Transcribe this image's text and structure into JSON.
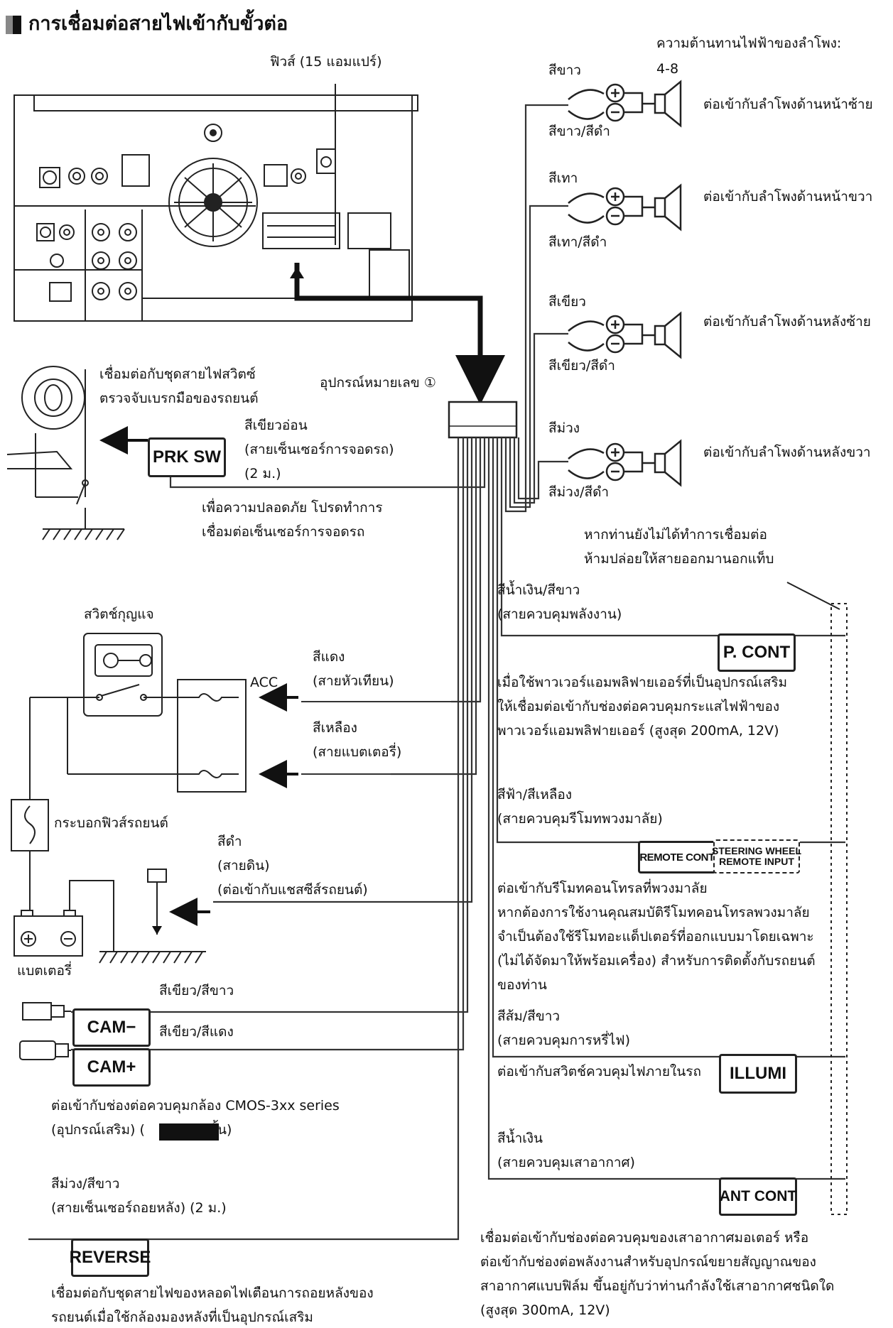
{
  "title": "การเชื่อมต่อสายไฟเข้ากับขั้วต่อ",
  "fuse_label": "ฟิวส์ (15 แอมแปร์)",
  "impedance": {
    "line1": "ความต้านทานไฟฟ้าของลำโพง:",
    "line2": "4-8"
  },
  "speakers": [
    {
      "pos_color": "สีขาว",
      "neg_color": "สีขาว/สีดำ",
      "target": "ต่อเข้ากับลำโพงด้านหน้าซ้าย"
    },
    {
      "pos_color": "สีเทา",
      "neg_color": "สีเทา/สีดำ",
      "target": "ต่อเข้ากับลำโพงด้านหน้าขวา"
    },
    {
      "pos_color": "สีเขียว",
      "neg_color": "สีเขียว/สีดำ",
      "target": "ต่อเข้ากับลำโพงด้านหลังซ้าย"
    },
    {
      "pos_color": "สีม่วง",
      "neg_color": "สีม่วง/สีดำ",
      "target": "ต่อเข้ากับลำโพงด้านหลังขวา"
    }
  ],
  "accessory": "อุปกรณ์หมายเลข ①",
  "parking": {
    "connect_note": [
      "เชื่อมต่อกับชุดสายไฟสวิตซ์",
      "ตรวจจับเบรกมือของรถยนต์"
    ],
    "wire": [
      "สีเขียวอ่อน",
      "(สายเซ็นเซอร์การจอดรถ)",
      "(2 ม.)"
    ],
    "box": "PRK SW",
    "safety": [
      "เพื่อความปลอดภัย โปรดทำการ",
      "เชื่อมต่อเซ็นเซอร์การจอดรถ"
    ]
  },
  "unused_note": [
    "หากท่านยังไม่ได้ทำการเชื่อมต่อ",
    "ห้ามปล่อยให้สายออกมานอกแท็บ"
  ],
  "pcont": {
    "wire": [
      "สีน้ำเงิน/สีขาว",
      "(สายควบคุมพลังงาน)"
    ],
    "box": "P. CONT",
    "note": [
      "เมื่อใช้พาวเวอร์แอมพลิฟายเออร์ที่เป็นอุปกรณ์เสริม",
      "ให้เชื่อมต่อเข้ากับช่องต่อควบคุมกระแสไฟฟ้าของ",
      "พาวเวอร์แอมพลิฟายเออร์ (สูงสุด 200mA, 12V)"
    ]
  },
  "key_switch": "สวิตช์กุญแจ",
  "acc_label": "ACC",
  "red_wire": [
    "สีแดง",
    "(สายหัวเทียน)"
  ],
  "yellow_wire": [
    "สีเหลือง",
    "(สายแบตเตอรี่)"
  ],
  "car_fuse": "กระบอกฟิวส์รถยนต์",
  "ground": [
    "สีดำ",
    "(สายดิน)",
    "(ต่อเข้ากับแชสซีส์รถยนต์)"
  ],
  "battery": "แบตเตอรี่",
  "steering": {
    "wire": [
      "สีฟ้า/สีเหลือง",
      "(สายควบคุมรีโมทพวงมาลัย)"
    ],
    "box": "REMOTE CONT",
    "input_box": [
      "STEERING WHEEL",
      "REMOTE INPUT"
    ],
    "note": [
      "ต่อเข้ากับรีโมทคอนโทรลที่พวงมาลัย",
      "หากต้องการใช้งานคุณสมบัติรีโมทคอนโทรลพวงมาลัย",
      "จำเป็นต้องใช้รีโมทอะแด็ปเตอร์ที่ออกแบบมาโดยเฉพาะ",
      "(ไม่ได้จัดมาให้พร้อมเครื่อง) สำหรับการติดตั้งกับรถยนต์",
      "ของท่าน"
    ]
  },
  "camera": {
    "minus_wire": "สีเขียว/สีขาว",
    "plus_wire": "สีเขียว/สีแดง",
    "minus_box": "CAM−",
    "plus_box": "CAM+",
    "note": [
      "ต่อเข้ากับช่องต่อควบคุมกล้อง CMOS-3xx series",
      "(อุปกรณ์เสริม) (",
      "ั้น)"
    ]
  },
  "illumi": {
    "wire": [
      "สีส้ม/สีขาว",
      "(สายควบคุมการหรี่ไฟ)"
    ],
    "note": "ต่อเข้ากับสวิตช์ควบคุมไฟภายในรถ",
    "box": "ILLUMI"
  },
  "reverse": {
    "wire": [
      "สีม่วง/สีขาว",
      "(สายเซ็นเซอร์ถอยหลัง) (2 ม.)"
    ],
    "box": "REVERSE",
    "note": [
      "เชื่อมต่อกับชุดสายไฟของหลอดไฟเตือนการถอยหลังของ",
      "รถยนต์เมื่อใช้กล้องมองหลังที่เป็นอุปกรณ์เสริม"
    ]
  },
  "antenna": {
    "wire": [
      "สีน้ำเงิน",
      "(สายควบคุมเสาอากาศ)"
    ],
    "box": "ANT CONT",
    "note": [
      "เชื่อมต่อเข้ากับช่องต่อควบคุมของเสาอากาศมอเตอร์ หรือ",
      "ต่อเข้ากับช่องต่อพลังงานสำหรับอุปกรณ์ขยายสัญญาณของ",
      "สาอากาศแบบฟิล์ม ขึ้นอยู่กับว่าท่านกำลังใช้เสาอากาศชนิดใด",
      "(สูงสุด 300mA, 12V)"
    ]
  }
}
